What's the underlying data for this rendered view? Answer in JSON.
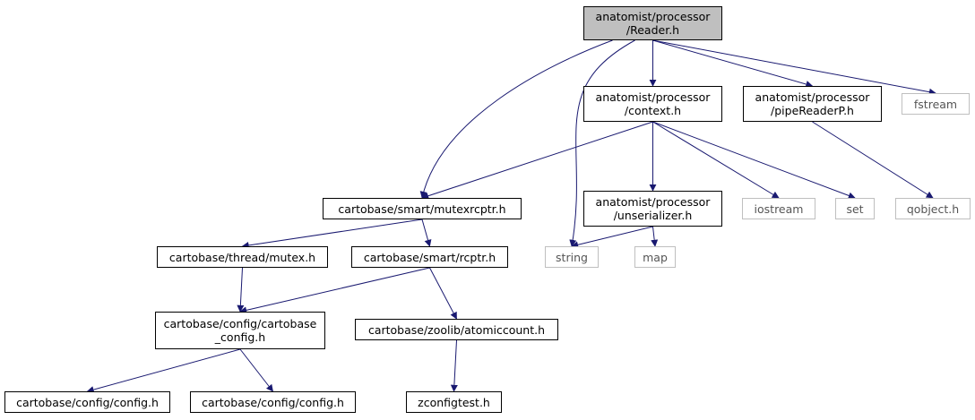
{
  "diagram": {
    "colors": {
      "edge": "#191970",
      "node_border": "#000000",
      "external_border": "#bfbfbf",
      "root_fill": "#bfbfbf"
    },
    "nodes": [
      {
        "id": "reader",
        "lines": [
          "anatomist/processor",
          "/Reader.h"
        ],
        "kind": "root"
      },
      {
        "id": "context",
        "lines": [
          "anatomist/processor",
          "/context.h"
        ],
        "kind": "file"
      },
      {
        "id": "pipereader",
        "lines": [
          "anatomist/processor",
          "/pipeReaderP.h"
        ],
        "kind": "file"
      },
      {
        "id": "fstream",
        "lines": [
          "fstream"
        ],
        "kind": "external"
      },
      {
        "id": "mutexrcptr",
        "lines": [
          "cartobase/smart/mutexrcptr.h"
        ],
        "kind": "file"
      },
      {
        "id": "unserializer",
        "lines": [
          "anatomist/processor",
          "/unserializer.h"
        ],
        "kind": "file"
      },
      {
        "id": "iostream",
        "lines": [
          "iostream"
        ],
        "kind": "external"
      },
      {
        "id": "set",
        "lines": [
          "set"
        ],
        "kind": "external"
      },
      {
        "id": "qobject",
        "lines": [
          "qobject.h"
        ],
        "kind": "external"
      },
      {
        "id": "mutex",
        "lines": [
          "cartobase/thread/mutex.h"
        ],
        "kind": "file"
      },
      {
        "id": "rcptr",
        "lines": [
          "cartobase/smart/rcptr.h"
        ],
        "kind": "file"
      },
      {
        "id": "string",
        "lines": [
          "string"
        ],
        "kind": "external"
      },
      {
        "id": "map",
        "lines": [
          "map"
        ],
        "kind": "external"
      },
      {
        "id": "cartoconfig",
        "lines": [
          "cartobase/config/cartobase",
          "_config.h"
        ],
        "kind": "file"
      },
      {
        "id": "atomiccount",
        "lines": [
          "cartobase/zoolib/atomiccount.h"
        ],
        "kind": "file"
      },
      {
        "id": "config1",
        "lines": [
          "cartobase/config/config.h"
        ],
        "kind": "file"
      },
      {
        "id": "config2",
        "lines": [
          "cartobase/config/config.h"
        ],
        "kind": "file"
      },
      {
        "id": "zconfigtest",
        "lines": [
          "zconfigtest.h"
        ],
        "kind": "file"
      }
    ],
    "edges": [
      [
        "reader",
        "mutexrcptr"
      ],
      [
        "reader",
        "string"
      ],
      [
        "reader",
        "context"
      ],
      [
        "reader",
        "pipereader"
      ],
      [
        "reader",
        "fstream"
      ],
      [
        "context",
        "mutexrcptr"
      ],
      [
        "context",
        "unserializer"
      ],
      [
        "context",
        "iostream"
      ],
      [
        "context",
        "set"
      ],
      [
        "pipereader",
        "qobject"
      ],
      [
        "mutexrcptr",
        "mutex"
      ],
      [
        "mutexrcptr",
        "rcptr"
      ],
      [
        "unserializer",
        "string"
      ],
      [
        "unserializer",
        "map"
      ],
      [
        "mutex",
        "cartoconfig"
      ],
      [
        "rcptr",
        "cartoconfig"
      ],
      [
        "rcptr",
        "atomiccount"
      ],
      [
        "cartoconfig",
        "config1"
      ],
      [
        "cartoconfig",
        "config2"
      ],
      [
        "atomiccount",
        "zconfigtest"
      ]
    ]
  }
}
